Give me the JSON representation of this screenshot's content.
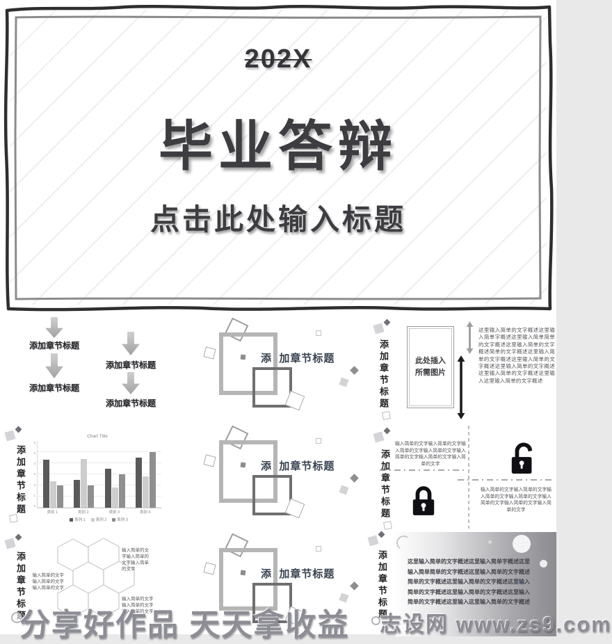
{
  "cover": {
    "year": "202X",
    "title": "毕业答辩",
    "subtitle": "点击此处输入标题"
  },
  "section_label": "添加章节标题",
  "divider": {
    "title": "添  加章节标题"
  },
  "flow": {
    "labels": [
      "添加章节标题",
      "添加章节标题",
      "添加章节标题",
      "添加章节标题"
    ]
  },
  "image_slide": {
    "placeholder_line1": "此处插入",
    "placeholder_line2": "所需图片",
    "body": "这里输入简单的文字概述这里输入简单字概述这里输入简单简单的文字概述这里输入简单的文字概述简单的文字概述这里输入简单的文字概述这里输入简单的文字概述这里输入简单的文字概述这里输入简单的文字概述这里输入这里输入简单的文字概述"
  },
  "chart_data": {
    "type": "bar",
    "title": "Chart Title",
    "categories": [
      "类别 1",
      "类别 2",
      "类别 3",
      "类别 4"
    ],
    "series": [
      {
        "name": "系列 1",
        "color": "#595959",
        "values": [
          4.3,
          2.5,
          3.5,
          4.5
        ]
      },
      {
        "name": "系列 2",
        "color": "#cdcdcd",
        "values": [
          2.4,
          4.4,
          1.8,
          2.8
        ]
      },
      {
        "name": "系列 3",
        "color": "#8f8f8f",
        "values": [
          2.0,
          2.0,
          3.0,
          5.0
        ]
      }
    ],
    "ylim": [
      0,
      6
    ],
    "grid": true,
    "legend_position": "bottom"
  },
  "locks": {
    "text_top": "输入简单的文字输入简单的文字输入简单的文字输入简单的文字输入简单的文字输入简单的文字输入简单的文字",
    "text_bottom": "输入简单的文字输入简单的文字输入简单的文字输入简单的文字输入简单的文字输入简单的文字输入简单的文字"
  },
  "hex": {
    "labels": [
      "输入简单的文字输入简单的文字输入简单的文字",
      "输入简单的文字输入简单的文字输入简单的文字",
      "输入简单的文字输入简单的文字输入简单的文字"
    ]
  },
  "gradient_slide": {
    "lines": [
      "这里输入简单的文字概述这里输入简单字概述这里",
      "输入简单简单的文字概述这里输入简单的文字概述",
      "简单的文字概述这里输入简单的文字概述这里输入",
      "简单的文字概述这里输入简单的文字概述这里输入",
      "简单的文字概述这里输入这里输入简单的文字概述"
    ]
  },
  "watermarks": {
    "left": "分享好作品 天天拿收益",
    "right": "志设网 www.zs9.com"
  },
  "colors": {
    "divider_title": "#36414f",
    "border_outer": "#2e2e30",
    "border_inner": "#8b8b8b",
    "watermark": "#8d8d95"
  }
}
